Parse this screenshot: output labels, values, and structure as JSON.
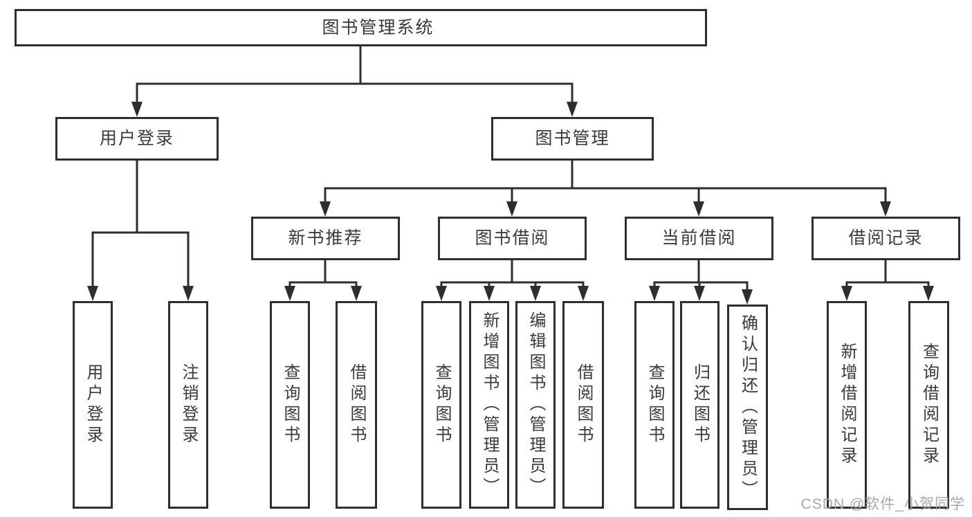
{
  "colors": {
    "line": "#2e2e2e",
    "text": "#3a3a3a",
    "watermark": "#a8a8a8",
    "background": "#ffffff"
  },
  "watermark": "CSDN @软件_小贺同学",
  "tree": {
    "label": "图书管理系统",
    "children": [
      {
        "label": "用户登录",
        "children": [
          {
            "label": "用户登录"
          },
          {
            "label": "注销登录"
          }
        ]
      },
      {
        "label": "图书管理",
        "children": [
          {
            "label": "新书推荐",
            "children": [
              {
                "label": "查询图书"
              },
              {
                "label": "借阅图书"
              }
            ]
          },
          {
            "label": "图书借阅",
            "children": [
              {
                "label": "查询图书"
              },
              {
                "label": "新增图书（管理员）"
              },
              {
                "label": "编辑图书（管理员）"
              },
              {
                "label": "借阅图书"
              }
            ]
          },
          {
            "label": "当前借阅",
            "children": [
              {
                "label": "查询图书"
              },
              {
                "label": "归还图书"
              },
              {
                "label": "确认归还（管理员）"
              }
            ]
          },
          {
            "label": "借阅记录",
            "children": [
              {
                "label": "新增借阅记录"
              },
              {
                "label": "查询借阅记录"
              }
            ]
          }
        ]
      }
    ]
  }
}
